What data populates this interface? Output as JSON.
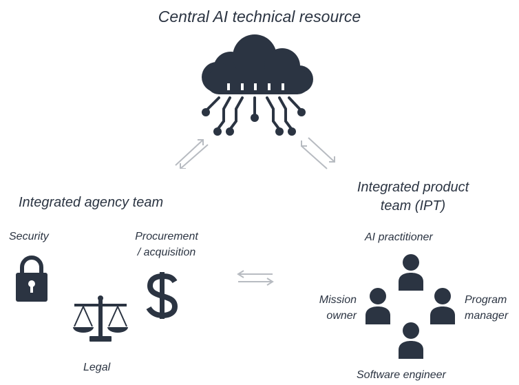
{
  "title": "Central AI technical resource",
  "agency_team": {
    "heading": "Integrated agency team",
    "security": "Security",
    "procurement_line1": "Procurement",
    "procurement_line2": "/ acquisition",
    "legal": "Legal"
  },
  "ipt": {
    "heading_line1": "Integrated product",
    "heading_line2": "team (IPT)",
    "ai_practitioner": "AI practitioner",
    "mission_owner_line1": "Mission",
    "mission_owner_line2": "owner",
    "program_manager_line1": "Program",
    "program_manager_line2": "manager",
    "software_engineer": "Software engineer"
  },
  "colors": {
    "icon": "#2b3442",
    "arrow": "#b7bbc1"
  },
  "icons": [
    "cloud-circuit-icon",
    "padlock-icon",
    "dollar-icon",
    "scales-icon",
    "person-icon"
  ]
}
